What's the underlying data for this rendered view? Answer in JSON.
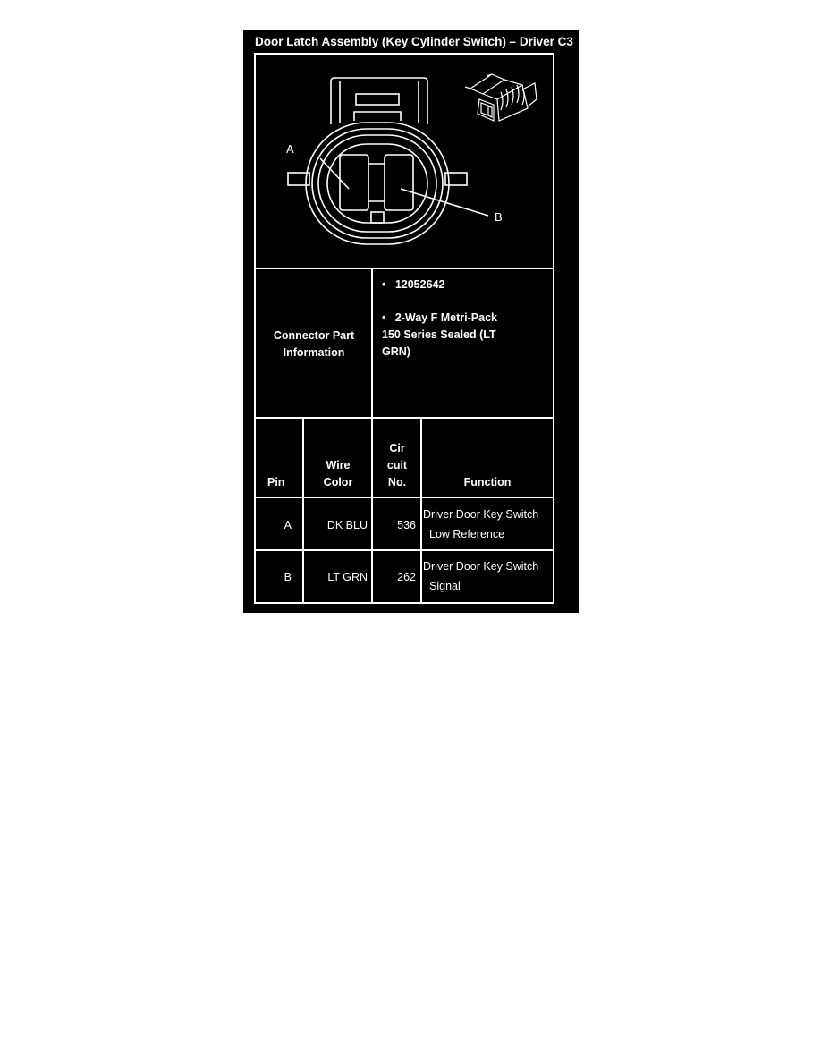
{
  "title": "Door Latch Assembly (Key Cylinder Switch) – Driver C3",
  "diagram": {
    "pin_a_label": "A",
    "pin_b_label": "B"
  },
  "part_info": {
    "label_line1": "Connector Part",
    "label_line2": "Information",
    "part_number": "12052642",
    "description_line1": "2-Way F Metri-Pack",
    "description_line2": "150 Series Sealed (LT",
    "description_line3": "GRN)",
    "bullet": "•"
  },
  "table": {
    "headers": {
      "pin": "Pin",
      "wire_line1": "Wire",
      "wire_line2": "Color",
      "circuit_line1": "Cir",
      "circuit_line2": "cuit",
      "circuit_line3": "No.",
      "function": "Function"
    },
    "rows": [
      {
        "pin": "A",
        "wire": "DK BLU",
        "circuit": "536",
        "function_line1": "Driver Door Key Switch",
        "function_line2": "Low Reference"
      },
      {
        "pin": "B",
        "wire": "LT GRN",
        "circuit": "262",
        "function_line1": "Driver Door Key Switch",
        "function_line2": "Signal"
      }
    ]
  }
}
